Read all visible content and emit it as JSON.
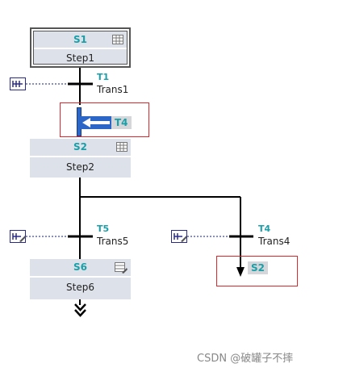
{
  "steps": [
    {
      "number": "S1",
      "name": "Step1"
    },
    {
      "number": "S2",
      "name": "Step2"
    },
    {
      "number": "S6",
      "name": "Step6"
    }
  ],
  "transitions": [
    {
      "number": "T1",
      "name": "Trans1"
    },
    {
      "number": "T5",
      "name": "Trans5"
    },
    {
      "number": "T4",
      "name": "Trans4"
    }
  ],
  "jumps": {
    "backward_target": "T4",
    "forward_target": "S2"
  },
  "watermark": "CSDN @破罐子不摔",
  "colors": {
    "accent": "#1a9fa8",
    "step_fill": "#dde1e9",
    "jump_blue": "#2c67c8",
    "highlight": "#e0252b"
  }
}
